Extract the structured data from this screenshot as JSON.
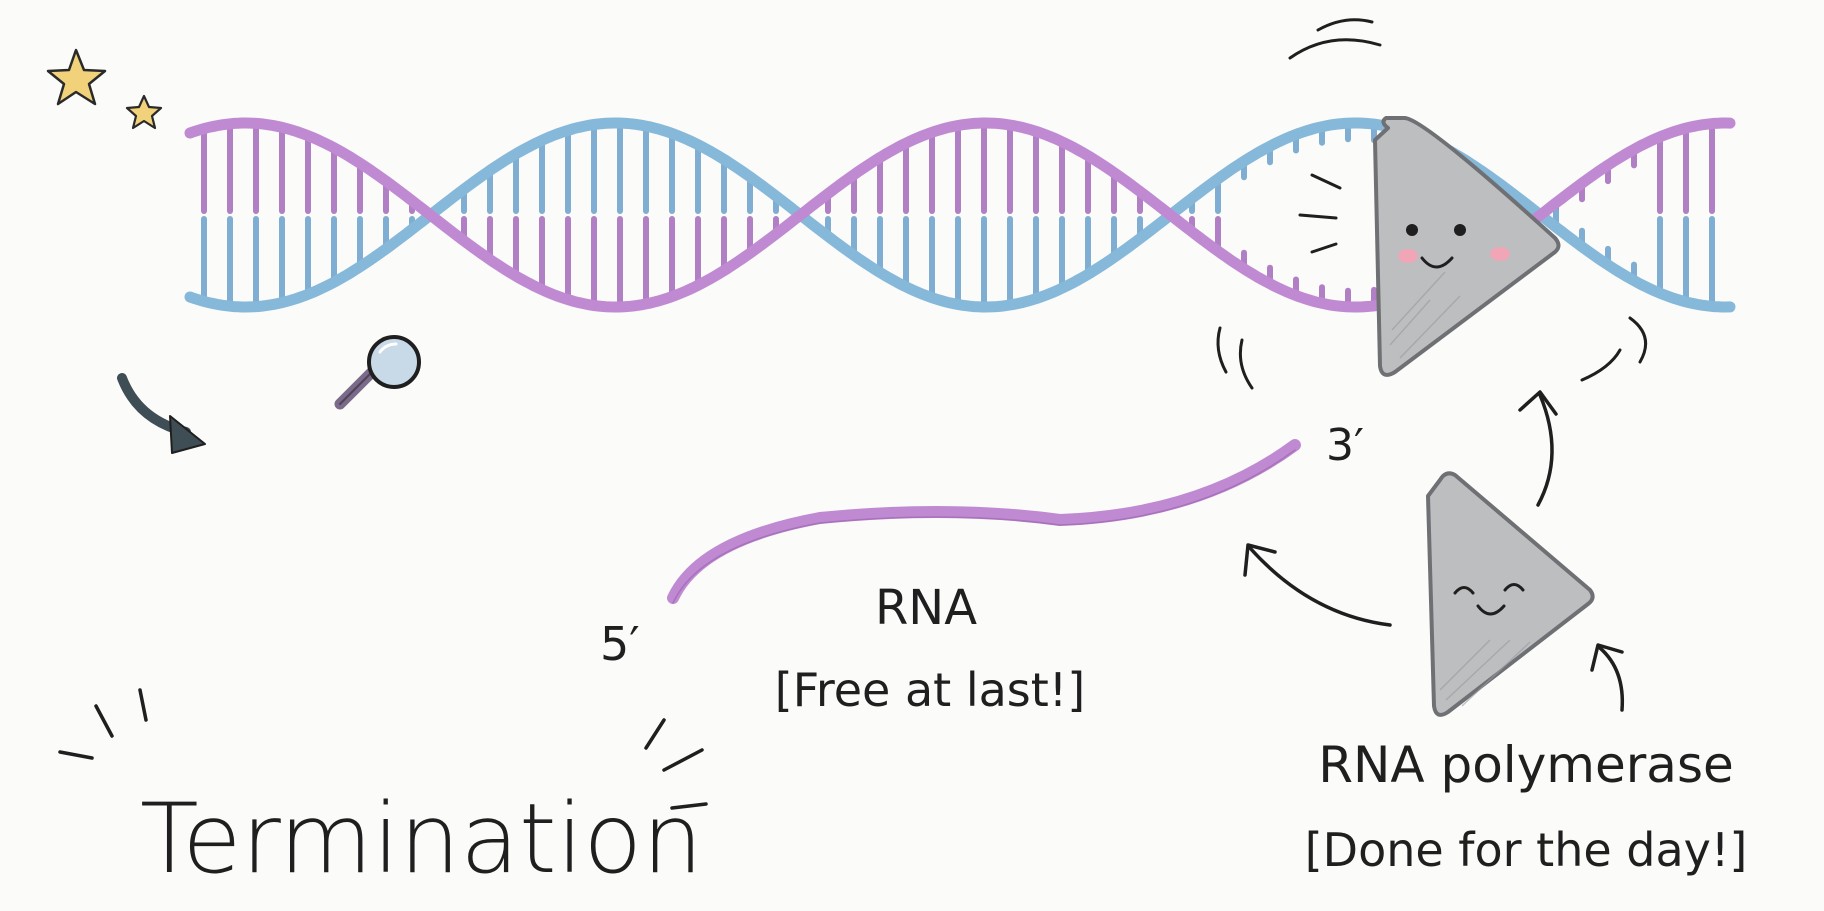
{
  "title": "Termination",
  "rna": {
    "label": "RNA",
    "note": "[Free at last!]",
    "end_5": "5′",
    "end_3": "3′"
  },
  "polymerase": {
    "label": "RNA polymerase",
    "note": "[Done for the day!]"
  },
  "colors": {
    "strand_purple": "#c08ad2",
    "strand_blue": "#86b8da",
    "rung_purple": "#b07fc4",
    "rung_blue": "#7faed2",
    "polymerase_fill": "#bdbec0",
    "polymerase_stroke": "#6f7074",
    "ink": "#1f1f1f",
    "star": "#f1d27a",
    "cheek": "#f0a6b6"
  },
  "icons": [
    "star-icon",
    "star-icon",
    "curved-arrow-icon",
    "magnifier-icon"
  ]
}
